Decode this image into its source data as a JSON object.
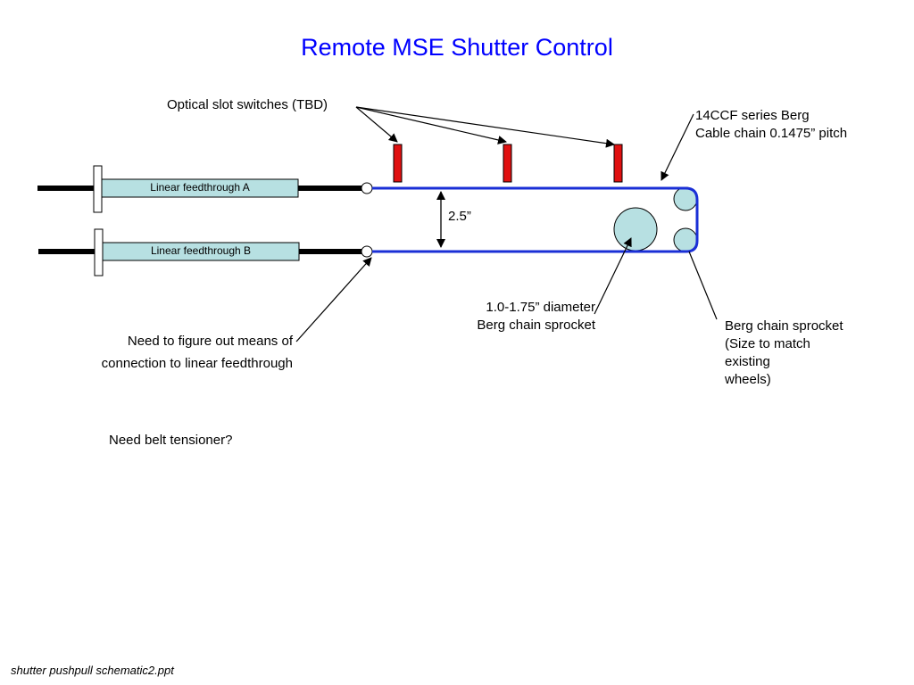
{
  "title": "Remote MSE Shutter Control",
  "feedthrough_a": "Linear feedthrough A",
  "feedthrough_b": "Linear feedthrough B",
  "optical_switches_label": "Optical slot switches (TBD)",
  "cable_chain_label": [
    "14CCF series Berg",
    "Cable chain 0.1475” pitch"
  ],
  "spacing_label": "2.5”",
  "drive_sprocket_label": [
    "1.0-1.75” diameter",
    "Berg chain sprocket"
  ],
  "idler_sprocket_label": [
    "Berg chain sprocket",
    "(Size to match",
    "existing",
    "wheels)"
  ],
  "connection_note": [
    "Need to figure out means of",
    "connection to linear feedthrough"
  ],
  "tensioner_note": "Need belt tensioner?",
  "footer": "shutter pushpull schematic2.ppt",
  "colors": {
    "title": "#0000ff",
    "chain": "#1a2fd6",
    "switch": "#e01010",
    "sprocket": "#b7e0e2",
    "feedthrough": "#b7e0e2",
    "rod": "#000000"
  }
}
